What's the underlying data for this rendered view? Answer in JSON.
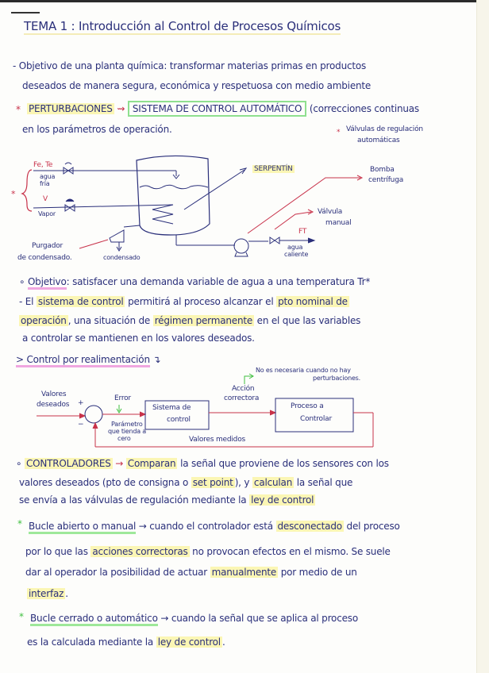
{
  "page": {
    "title": "TEMA 1 : Introducción al Control de Procesos Químicos",
    "intro_line1": "- Objetivo de una planta química: transformar materias primas en productos",
    "intro_line2": "deseados de manera segura, económica y respetuosa con medio ambiente",
    "perturbaciones": "PERTURBACIONES",
    "arrow_glyph": "⇝",
    "sistema": "SISTEMA DE CONTROL AUTOMÁTICO",
    "correcciones1": "(correcciones continuas",
    "correcciones2": "en los parámetros de operación.",
    "valvulas_note1": "Válvulas de regulación",
    "valvulas_note2": "automáticas",
    "star": "*"
  },
  "diagram1": {
    "fe_te": "Fe, Te",
    "agua_fria1": "agua",
    "agua_fria2": "fría",
    "v_label": "V",
    "vapor": "Vapor",
    "serpentin": "SERPENTÍN",
    "bomba1": "Bomba",
    "bomba2": "centrífuga",
    "valvula1": "Válvula",
    "valvula2": "manual",
    "ft": "FT",
    "agua_caliente1": "agua",
    "agua_caliente2": "caliente",
    "purgador1": "Purgador",
    "purgador2": "de condensado.",
    "condensado": "condensado"
  },
  "objetivo": {
    "label": "Objetivo",
    "text": ": satisfacer una demanda variable de agua a una temperatura Tr*",
    "line1_a": "- El ",
    "line1_hl": "sistema de control",
    "line1_b": " permitirá al proceso alcanzar el ",
    "line1_hl2": "pto nominal de",
    "line2_hl": "operación",
    "line2_b": ", una situación de ",
    "line2_hl2": "régimen permanente",
    "line2_c": " en el que las variables",
    "line3": "a controlar se mantienen en los valores deseados."
  },
  "feedback": {
    "heading": "> Control por realimentación",
    "heading_arrow": "↴",
    "note1": "No es necesaria cuando no hay",
    "note2": "perturbaciones.",
    "valores1": "Valores",
    "valores2": "deseados",
    "plus": "+",
    "minus": "−",
    "error": "Error",
    "error_note1": "Parámetro",
    "error_note2": "que tienda a",
    "error_note3": "cero",
    "block1_a": "Sistema de",
    "block1_b": "control",
    "accion1": "Acción",
    "accion2": "correctora",
    "block2_a": "Proceso a",
    "block2_b": "Controlar",
    "medidos": "Valores medidos"
  },
  "controladores": {
    "label": "CONTROLADORES",
    "arrow": "→",
    "hl1": "Comparan",
    "text1": " la señal que proviene de los sensores con los",
    "line2_a": "valores deseados (pto de consigna o ",
    "line2_hl": "set point",
    "line2_b": "), y ",
    "line2_hl2": "calculan",
    "line2_c": " la señal que",
    "line3_a": "se envía a las válvulas de regulación mediante la ",
    "line3_hl": "ley de control"
  },
  "bucle_abierto": {
    "label": "Bucle abierto o manual",
    "arrow": "→",
    "text1_a": " cuando el controlador está ",
    "text1_hl": "desconectado",
    "text1_b": " del proceso",
    "line2_a": "por lo que las ",
    "line2_hl": "acciones correctoras",
    "line2_b": " no provocan efectos en el mismo. Se suele",
    "line3_a": "dar al operador la posibilidad de actuar ",
    "line3_hl": "manualmente",
    "line3_b": " por medio de un",
    "line4_hl": "interfaz",
    "line4_b": "."
  },
  "bucle_cerrado": {
    "label": "Bucle cerrado o automático",
    "arrow": "→",
    "text1": " cuando la señal que se aplica al proceso",
    "line2_a": "es la calculada mediante la ",
    "line2_hl": "ley de control",
    "line2_b": "."
  },
  "colors": {
    "ink_blue": "#2a2f7a",
    "ink_red": "#c8324a",
    "highlight_yellow": "#fbf6b4",
    "highlight_pink": "#f0a6e0",
    "highlight_green": "#9ee89a"
  }
}
